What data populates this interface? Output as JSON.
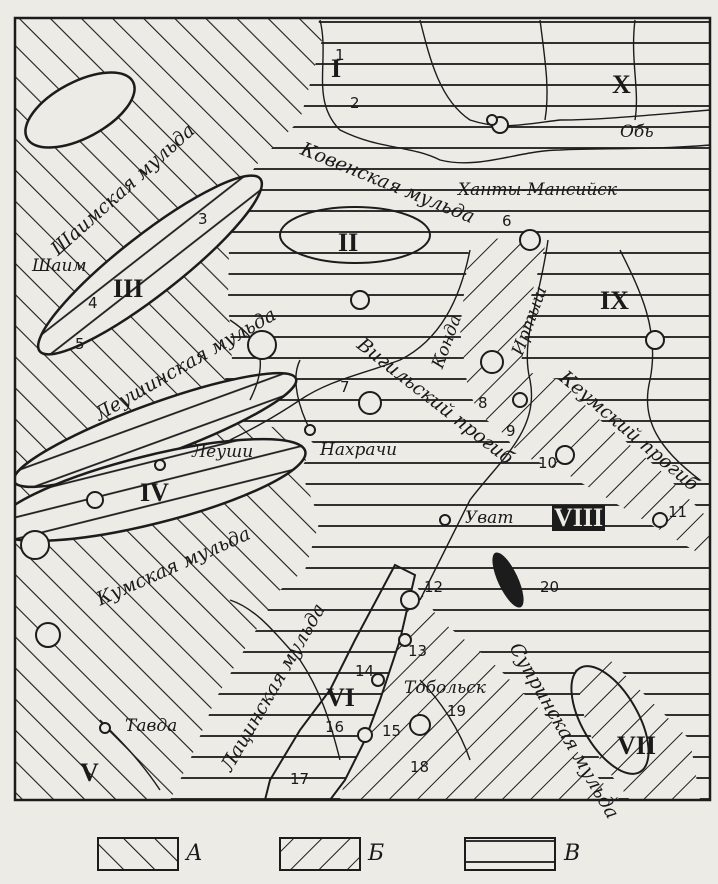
{
  "map": {
    "zones": [
      "I",
      "II",
      "III",
      "IV",
      "V",
      "VI",
      "VII",
      "VIII",
      "IX",
      "X"
    ],
    "cities": [
      "Шаим",
      "Леуши",
      "Нахрачи",
      "Ханты-Мансийск",
      "Уват",
      "Тобольск",
      "Тавда"
    ],
    "rivers": [
      "Обь",
      "Конда",
      "Иртыш"
    ],
    "structures": [
      "Шаимская мульда",
      "Ковенская мульда",
      "Леушинская мульда",
      "Кумская мульда",
      "Вигильский прогиб",
      "Кеумский прогиб",
      "Лацинская мульда",
      "Супринская мульда"
    ],
    "numbers": [
      "1",
      "2",
      "3",
      "4",
      "5",
      "6",
      "7",
      "8",
      "9",
      "10",
      "11",
      "12",
      "13",
      "14",
      "15",
      "16",
      "17",
      "18",
      "19",
      "20"
    ]
  },
  "legend": [
    "А",
    "Б",
    "В"
  ]
}
